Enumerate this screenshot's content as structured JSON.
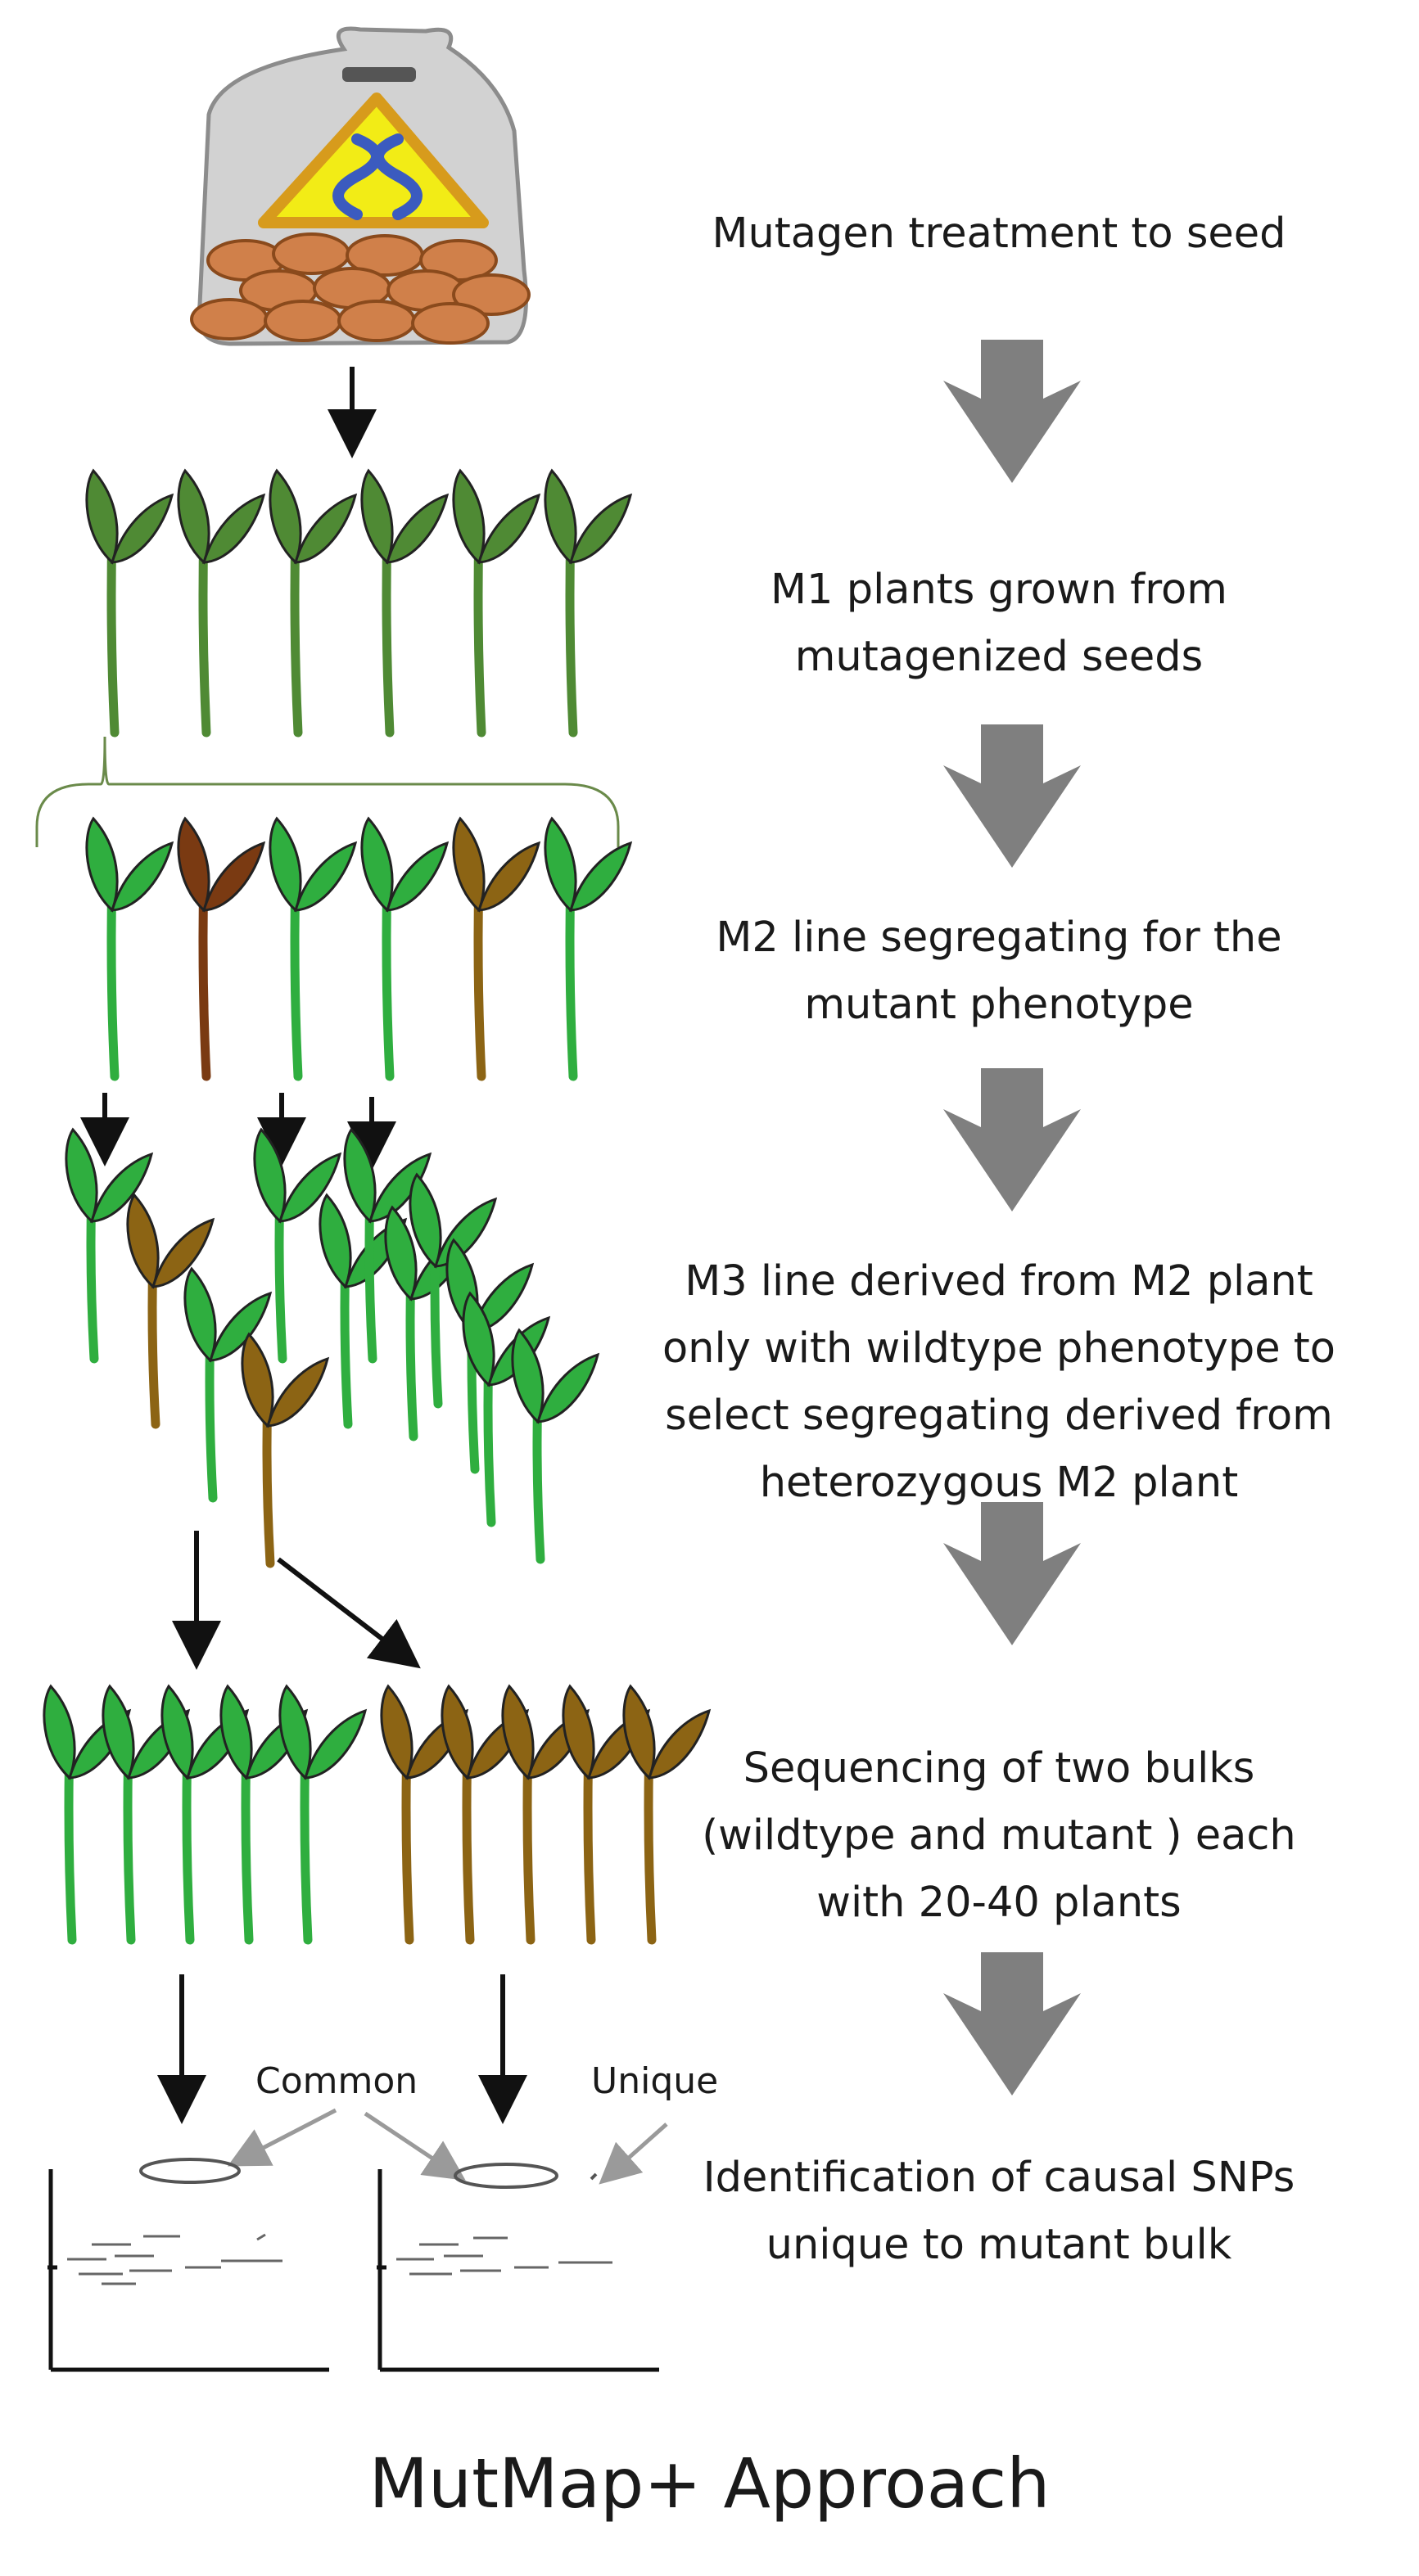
{
  "colors": {
    "dark_green": "#4f8a34",
    "bright_green": "#2fae3f",
    "mutant_brown": "#8c6414",
    "dark_brown": "#7a3a12",
    "big_arrow": "#7f7f7f",
    "seed": "#d0804a",
    "bag": "#d2d2d2",
    "triangle_fill": "#f2ec16",
    "triangle_border": "#d79b1c",
    "dna": "#3b5bbf"
  },
  "icons": [
    "mutagen-seed-bag-icon",
    "dna-helix-icon",
    "plant-icon",
    "down-arrow-icon",
    "snp-plot-icon"
  ],
  "steps": [
    {
      "lines": [
        "Mutagen treatment to seed"
      ]
    },
    {
      "lines": [
        "M1 plants grown from",
        "mutagenized seeds"
      ]
    },
    {
      "lines": [
        "M2 line segregating for the",
        "mutant phenotype"
      ]
    },
    {
      "lines": [
        "M3 line derived from M2 plant",
        "only with wildtype phenotype to",
        "select segregating derived from",
        "heterozygous M2 plant"
      ]
    },
    {
      "lines": [
        "Sequencing of two bulks",
        "(wildtype and mutant ) each",
        "with 20-40 plants"
      ]
    },
    {
      "lines": [
        "Identification of causal SNPs",
        "unique to mutant bulk"
      ]
    }
  ],
  "labels": {
    "common": "Common",
    "unique": "Unique"
  },
  "caption": "MutMap+ Approach"
}
